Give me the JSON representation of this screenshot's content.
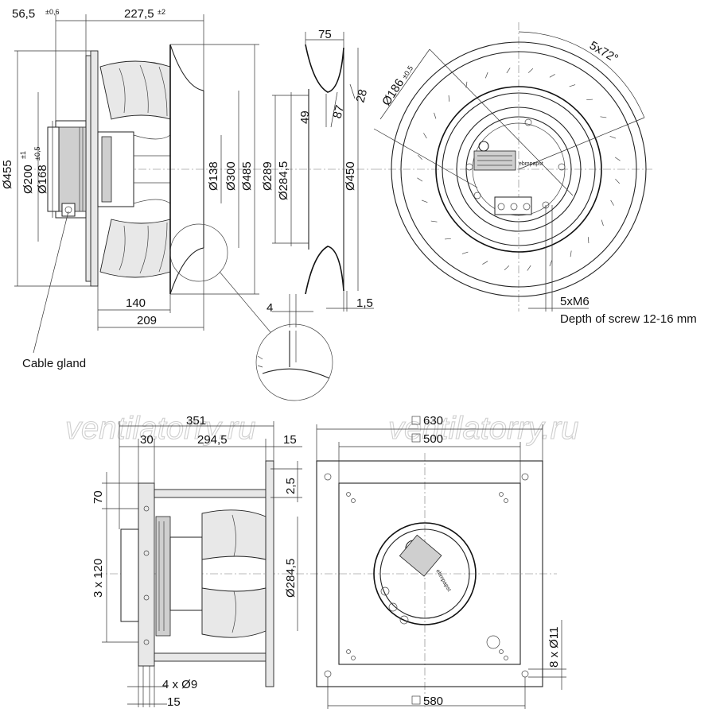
{
  "watermarks": [
    "ventilatorry.ru",
    "ventilatorry.ru"
  ],
  "brand": "ebmpapst",
  "side_view": {
    "dim_56_5": "56,5",
    "tol_56_5": "±0,6",
    "dim_227_5": "227,5",
    "tol_227_5": "±2",
    "dia_455": "Ø455",
    "dia_200": "Ø200",
    "tol_200": "±1",
    "dia_168": "Ø168",
    "tol_168": "±0,5",
    "dia_138": "Ø138",
    "dia_300": "Ø300",
    "dia_485": "Ø485",
    "dim_140": "140",
    "dim_209": "209",
    "cable_gland": "Cable gland"
  },
  "section_view": {
    "dim_75": "75",
    "dim_28": "28",
    "dim_49": "49",
    "dim_87": "87",
    "dia_289": "Ø289",
    "dia_284_5": "Ø284,5",
    "dia_450": "Ø450",
    "dim_4": "4",
    "dim_1_5": "1,5"
  },
  "front_view": {
    "dia_186": "Ø186",
    "tol_186": "±0,5",
    "angle": "5x72°",
    "screws": "5xM6",
    "screw_depth": "Depth of screw 12-16 mm"
  },
  "bottom_side_view": {
    "dim_351": "351",
    "dim_30": "30",
    "dim_294_5": "294,5",
    "dim_15_top": "15",
    "dim_2_5": "2,5",
    "dim_70": "70",
    "dim_3x120": "3 x 120",
    "dia_284_5": "Ø284,5",
    "holes_4x9": "4 x Ø9",
    "dim_15_bottom": "15"
  },
  "plate_view": {
    "sq_630": "630",
    "sq_500": "500",
    "sq_580": "580",
    "holes_8x11": "8 x Ø11"
  }
}
